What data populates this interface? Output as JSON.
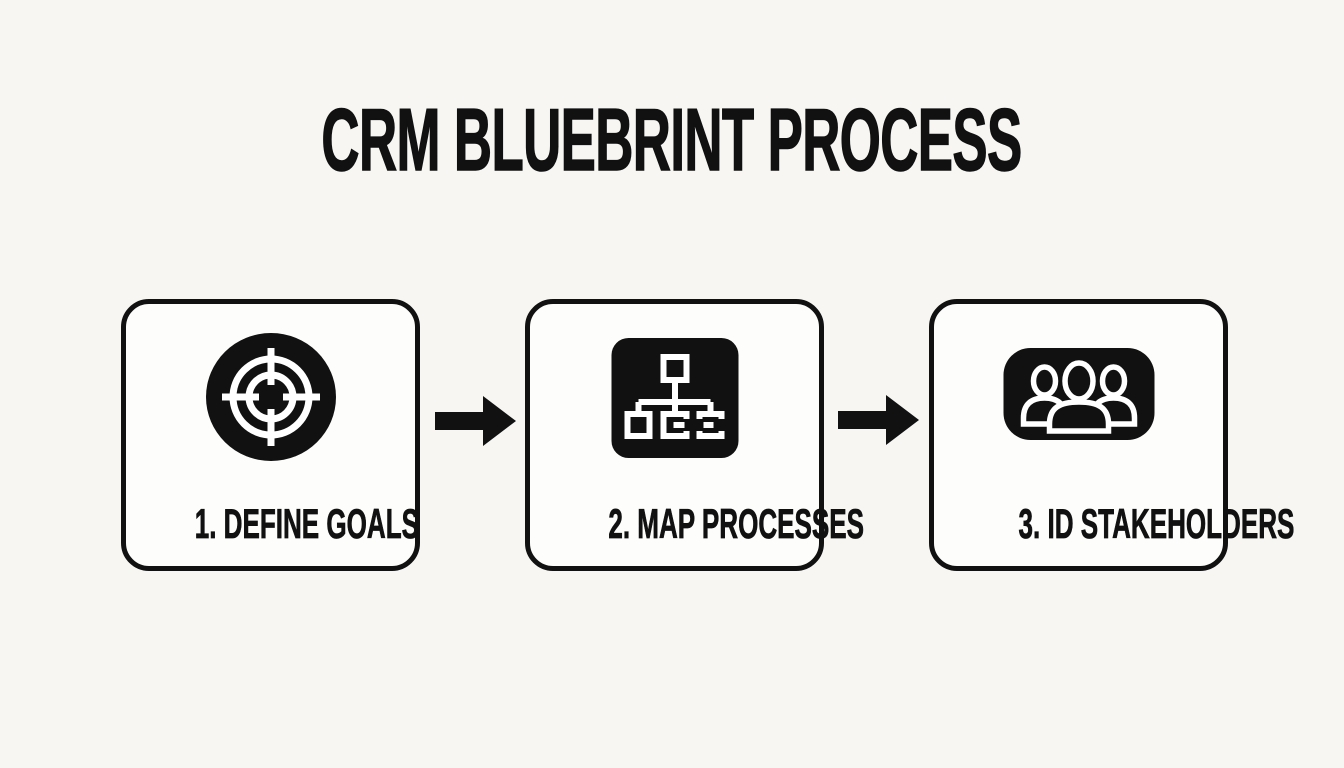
{
  "title": "CRM BLUEBRINT PROCESS",
  "steps": [
    {
      "label": "1. DEFINE GOALS",
      "icon": "target-icon"
    },
    {
      "label": "2. MAP PROCESSES",
      "icon": "flowchart-icon"
    },
    {
      "label": "3. ID STAKEHOLDERS",
      "icon": "people-icon"
    }
  ],
  "connectors": [
    {
      "icon": "arrow-right-icon"
    },
    {
      "icon": "arrow-right-icon"
    }
  ],
  "colors": {
    "background": "#f7f6f3",
    "box_fill": "#fdfdfc",
    "ink": "#111111",
    "icon_foreground": "#ffffff"
  }
}
